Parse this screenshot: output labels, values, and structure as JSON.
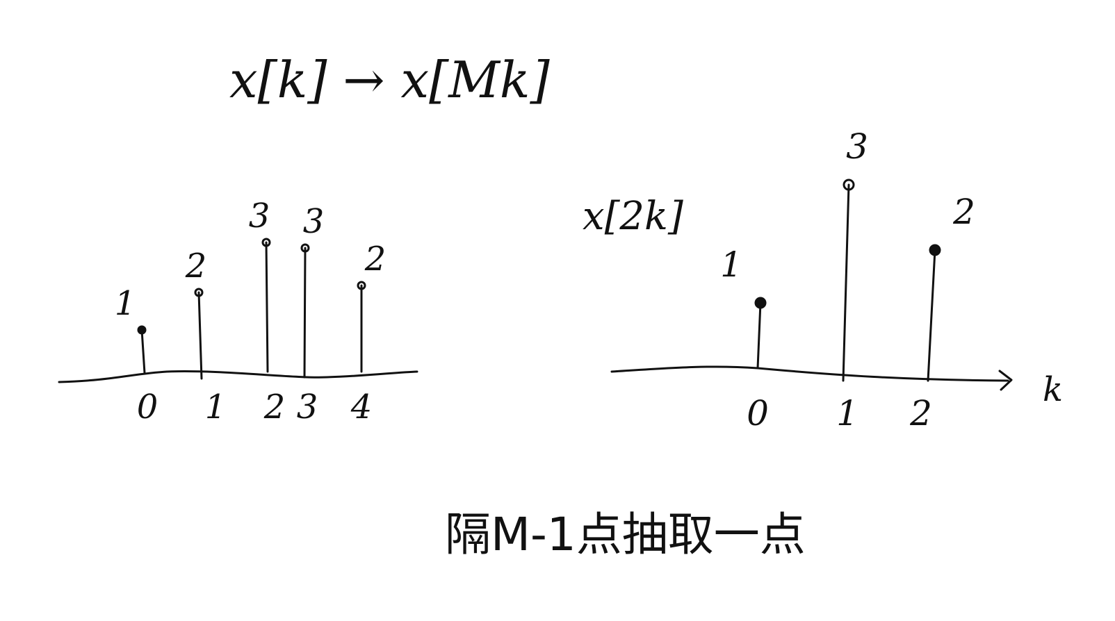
{
  "header": {
    "expression": "x[k] → x[Mk]"
  },
  "chart_data": [
    {
      "type": "stem",
      "categories": [
        "0",
        "1",
        "2",
        "3",
        "4"
      ],
      "values": [
        1,
        2,
        3,
        3,
        2
      ],
      "value_labels": [
        "1",
        "2",
        "3",
        "3",
        "2"
      ],
      "xlabel": "",
      "ylabel": ""
    },
    {
      "type": "stem",
      "title": "x[2k]",
      "categories": [
        "0",
        "1",
        "2"
      ],
      "values": [
        1,
        3,
        2
      ],
      "value_labels": [
        "1",
        "3",
        "2"
      ],
      "xlabel": "k",
      "ylabel": ""
    }
  ],
  "caption": {
    "text": "隔M-1点抽取一点"
  },
  "colors": {
    "ink": "#111111",
    "background": "#ffffff"
  }
}
